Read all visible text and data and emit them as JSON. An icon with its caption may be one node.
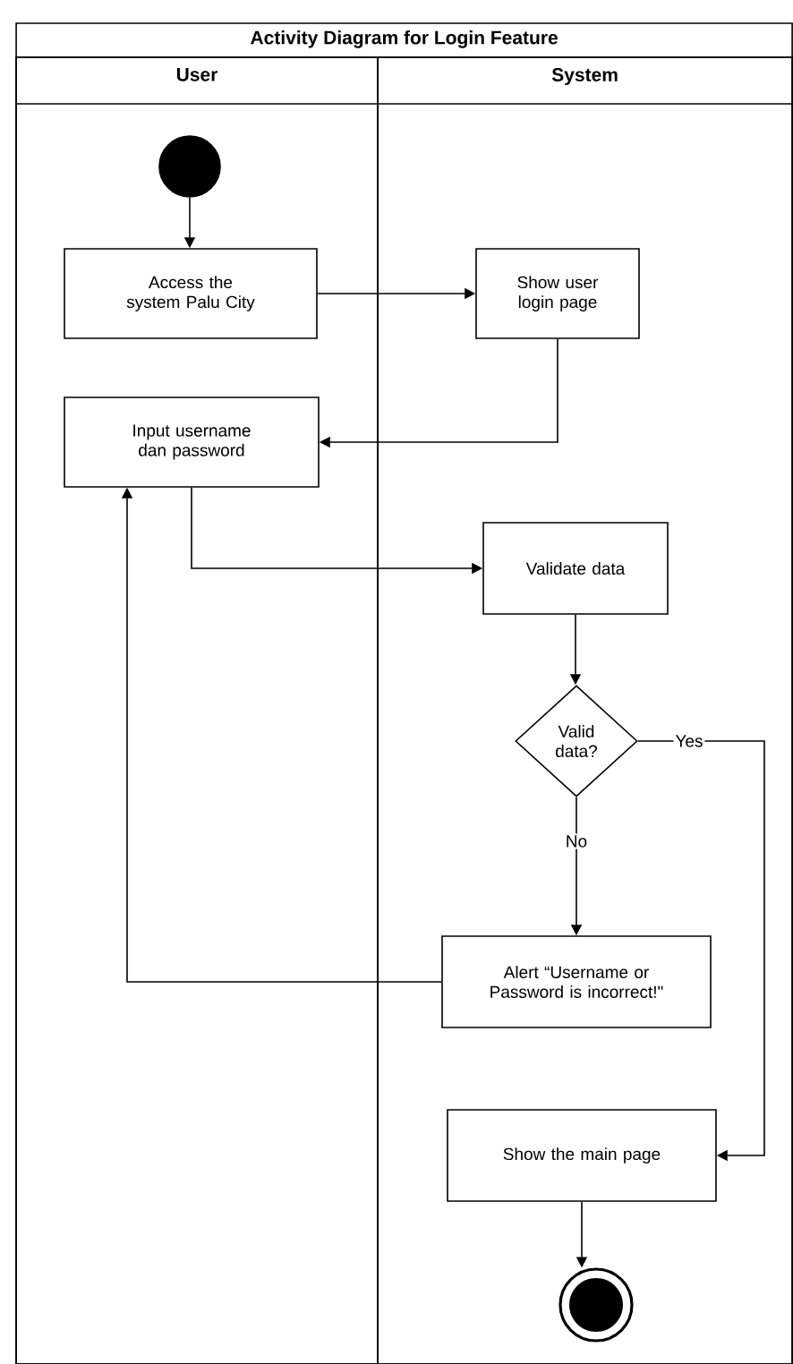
{
  "diagram": {
    "nodes": [
      {
        "text": [
          "Activity Diagram for Login Feature"
        ]
      },
      {
        "text": [
          "User"
        ],
        "in": 0
      },
      {
        "text": [
          "System"
        ],
        "in": 0
      },
      {
        "text": [],
        "shape": "circle",
        "in": 1
      },
      {
        "text": [
          "Access the system Palu City"
        ],
        "in": 1
      },
      {
        "text": [
          "Show user login page"
        ],
        "in": 2
      },
      {
        "text": [
          "Input username dan password"
        ],
        "in": 1
      },
      {
        "text": [
          "Validate data"
        ],
        "in": 2
      },
      {
        "text": [
          "Valid data?"
        ],
        "in": 2
      },
      {
        "text": [
          "Alert “Username or Password is incorrect!\""
        ],
        "in": 2
      },
      {
        "text": [
          "Show the main page"
        ],
        "in": 2
      },
      {
        "text": [],
        "shape": "circle",
        "in": 2
      }
    ],
    "edges": [
      {
        "from": 3,
        "to": 4,
        "arrow": "to"
      },
      {
        "from": 4,
        "to": 5,
        "arrow": "to"
      },
      {
        "from": 5,
        "to": 6,
        "arrow": "to"
      },
      {
        "from": 6,
        "to": 7,
        "arrow": "to"
      },
      {
        "from": 7,
        "to": 8,
        "arrow": "to"
      },
      {
        "from": 8,
        "to": 9,
        "arrow": "to",
        "label": "No"
      },
      {
        "from": 8,
        "to": 10,
        "arrow": "to",
        "label": "Yes"
      },
      {
        "from": 9,
        "to": 6,
        "arrow": "to"
      },
      {
        "from": 10,
        "to": 11,
        "arrow": "to"
      }
    ]
  }
}
